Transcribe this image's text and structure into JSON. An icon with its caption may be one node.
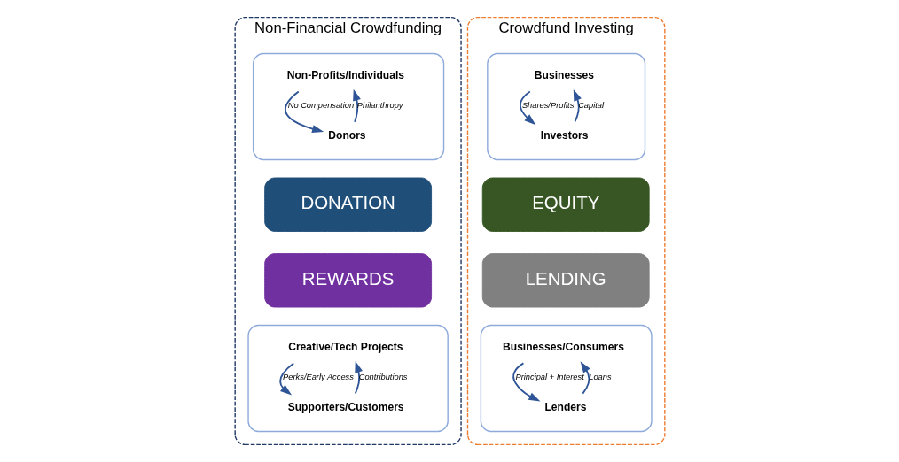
{
  "diagram": {
    "nodes": [
      {
        "text": [
          "Non-Financial Crowdfunding"
        ]
      },
      {
        "text": [],
        "shape": "box",
        "in": 0
      },
      {
        "text": [
          "Non-Profits/Individuals"
        ],
        "in": 1
      },
      {
        "text": [
          "Donors"
        ],
        "in": 1
      },
      {
        "text": [
          "DONATION"
        ],
        "in": 0
      },
      {
        "text": [
          "REWARDS"
        ],
        "in": 0
      },
      {
        "text": [],
        "shape": "box",
        "in": 0
      },
      {
        "text": [
          "Creative/Tech Projects"
        ],
        "in": 6
      },
      {
        "text": [
          "Supporters/Customers"
        ],
        "in": 6
      },
      {
        "text": [
          "Crowdfund Investing"
        ]
      },
      {
        "text": [],
        "shape": "box",
        "in": 9
      },
      {
        "text": [
          "Businesses"
        ],
        "in": 10
      },
      {
        "text": [
          "Investors"
        ],
        "in": 10
      },
      {
        "text": [
          "EQUITY"
        ],
        "in": 9
      },
      {
        "text": [
          "LENDING"
        ],
        "in": 9
      },
      {
        "text": [],
        "shape": "box",
        "in": 9
      },
      {
        "text": [
          "Businesses/Consumers"
        ],
        "in": 15
      },
      {
        "text": [
          "Lenders"
        ],
        "in": 15
      }
    ],
    "edges": [
      {
        "from": 2,
        "to": 3,
        "arrow": "to",
        "label": "No Compensation"
      },
      {
        "from": 3,
        "to": 2,
        "arrow": "to",
        "label": "Philanthropy"
      },
      {
        "from": 7,
        "to": 8,
        "arrow": "to",
        "label": "Perks/Early Access"
      },
      {
        "from": 8,
        "to": 7,
        "arrow": "to",
        "label": "Contributions"
      },
      {
        "from": 11,
        "to": 12,
        "arrow": "to",
        "label": "Shares/Profits"
      },
      {
        "from": 12,
        "to": 11,
        "arrow": "to",
        "label": "Capital"
      },
      {
        "from": 16,
        "to": 17,
        "arrow": "to",
        "label": "Principal + Interest"
      },
      {
        "from": 17,
        "to": 16,
        "arrow": "to",
        "label": "Loans"
      }
    ]
  }
}
